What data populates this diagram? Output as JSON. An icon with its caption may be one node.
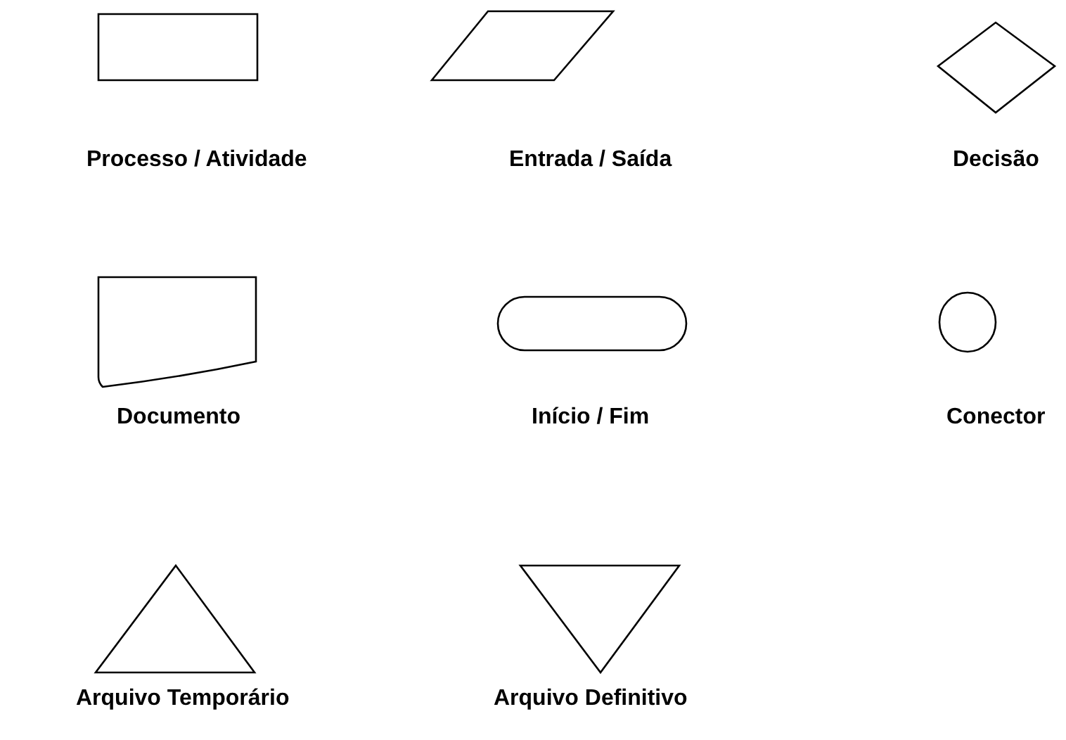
{
  "diagram": {
    "nodes": [
      {
        "text": [
          "Processo / Atividade"
        ]
      },
      {
        "text": [
          "Entrada / Saída"
        ]
      },
      {
        "text": [
          "Decisão"
        ]
      },
      {
        "text": [
          "Documento"
        ]
      },
      {
        "text": [
          "Início / Fim"
        ]
      },
      {
        "text": [
          "Conector"
        ]
      },
      {
        "text": [
          "Arquivo Temporário"
        ]
      },
      {
        "text": [
          "Arquivo Definitivo"
        ]
      }
    ]
  }
}
